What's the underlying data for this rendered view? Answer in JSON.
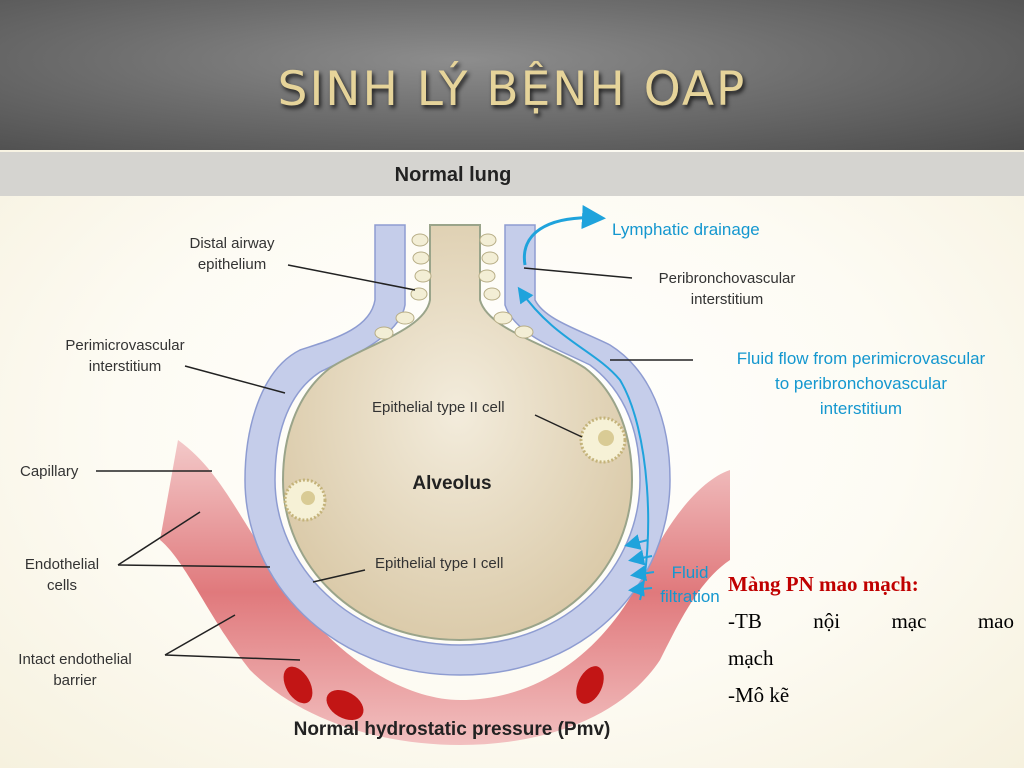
{
  "slide": {
    "title": "SINH LÝ BỆNH OAP"
  },
  "figure": {
    "title": "Normal lung",
    "bottom_caption": "Normal hydrostatic pressure (Pmv)",
    "center_label": "Alveolus",
    "labels": {
      "distal_airway": [
        "Distal airway",
        "epithelium"
      ],
      "perimicrovascular": [
        "Perimicrovascular",
        "interstitium"
      ],
      "capillary": "Capillary",
      "endothelial": [
        "Endothelial",
        "cells"
      ],
      "intact_barrier": [
        "Intact endothelial",
        "barrier"
      ],
      "epithelial_type2": "Epithelial type II cell",
      "epithelial_type1": "Epithelial type I cell",
      "peribronchovascular": [
        "Peribronchovascular",
        "interstitium"
      ]
    },
    "blue_labels": {
      "lymphatic": "Lymphatic drainage",
      "fluid_flow": [
        "Fluid flow from perimicrovascular",
        "to peribronchovascular",
        "interstitium"
      ],
      "fluid_filtration": [
        "Fluid",
        "filtration"
      ]
    },
    "colors": {
      "flow_arrow": "#1fa3dc",
      "interstitium": "#c5cdea",
      "alveolus": "#e9ddc5",
      "capillary": "#dd7073",
      "rbc": "#c21515"
    }
  },
  "caption": {
    "title": "Màng PN mao mạch:",
    "line1_words": [
      "-TB",
      "nội",
      "mạc",
      "mao"
    ],
    "line1_cont": "mạch",
    "line2": "-Mô kẽ"
  }
}
